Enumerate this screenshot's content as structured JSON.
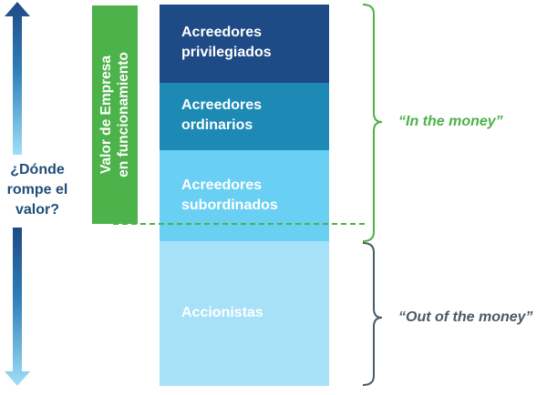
{
  "question": [
    "¿Dónde",
    "rompe el",
    "valor?"
  ],
  "value_bar": [
    "Valor de Empresa",
    "en funcionamiento"
  ],
  "blocks": [
    {
      "lines": [
        "Acreedores",
        "privilegiados"
      ],
      "color": "#1e4a85"
    },
    {
      "lines": [
        "Acreedores",
        "ordinarios"
      ],
      "color": "#1d8ab5"
    },
    {
      "lines": [
        "Acreedores",
        "subordinados"
      ],
      "color": "#6ad0f3"
    },
    {
      "lines": [
        "Accionistas"
      ],
      "color": "#a7e1f8"
    }
  ],
  "labels": {
    "in_the_money": "“In the money”",
    "out_of_the_money": "“Out of the money”"
  },
  "colors": {
    "value_bar": "#4cb24a",
    "in_the_money": "#4cb24a",
    "out_of_the_money": "#4a5a66",
    "arrow_top": "#1e4a85",
    "arrow_bottom": "#9edff8",
    "question_text": "#1f4e79"
  }
}
